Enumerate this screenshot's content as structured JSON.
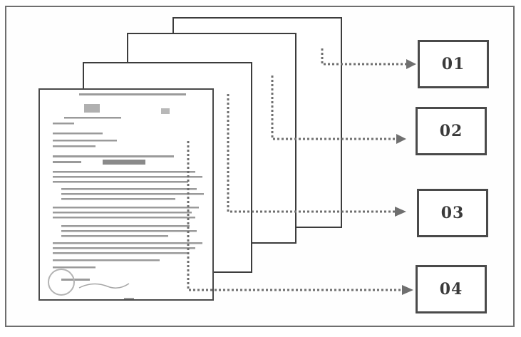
{
  "diagram": {
    "colors": {
      "frame": "#6e6e6e",
      "sheet_border": "#3c3c3c",
      "arrow": "#6f6f6f",
      "document_ink": "#9a9a9a"
    },
    "outputs": [
      {
        "label": "01"
      },
      {
        "label": "02"
      },
      {
        "label": "03"
      },
      {
        "label": "04"
      }
    ]
  }
}
